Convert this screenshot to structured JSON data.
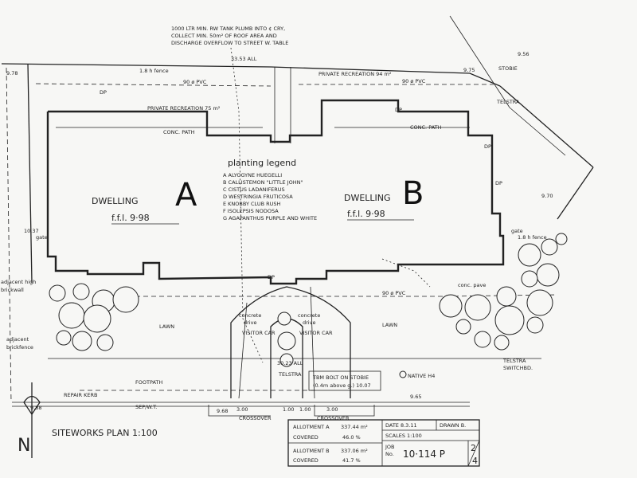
{
  "notes": {
    "tank_1": "1000 LTR MIN. RW TANK PLUMB INTO ¢ CRY,",
    "tank_2": "COLLECT MIN. 50m² OF ROOF AREA AND",
    "tank_3": "DISCHARGE OVERFLOW TO STREET W. TABLE",
    "fence": "1.8 h fence",
    "top_dim": "33.53 ALL",
    "recreation_b": "PRIVATE RECREATION 94 m²",
    "recreation_a": "PRIVATE RECREATION 75 m²",
    "pvc": "90 ø PVC",
    "dp": "DP",
    "conc_path": "CONC. PATH",
    "conc_pave": "conc. pave",
    "gate": "gate",
    "fence_side": "1.8 h fence",
    "adjacent_high": "adjacent high",
    "brickwall": "brickwall",
    "adjacent": "adjacent",
    "brickfence": "brickfence",
    "lawn": "LAWN",
    "concrete": "concrete",
    "drive": "drive",
    "visitor_car": "VISITOR CAR",
    "footpath": "FOOTPATH",
    "repair_kerb": "REPAIR KERB",
    "sep": "SEP/W.T.",
    "dim_bottom": "30.23 ALL",
    "telstra": "TELSTRA",
    "tbm_1": "TBM BOLT ON STOBIE",
    "tbm_2": "(0.4m above g.) 10.07",
    "native": "NATIVE H4",
    "telstra_sw_1": "TELSTRA",
    "telstra_sw_2": "SWITCHBD.",
    "stobie": "STOBIE",
    "telstra_top": "TELSTRA",
    "d300": "3.00",
    "d100": "1.00",
    "crossover": "CROSSOVER",
    "side_dims": [
      "9.78",
      "9.75",
      "9.56",
      "9.70",
      "9.88",
      "9.68",
      "9.65",
      "10.37"
    ]
  },
  "dwellings": [
    {
      "name": "DWELLING",
      "letter": "A",
      "ffl": "f.f.l.  9·98"
    },
    {
      "name": "DWELLING",
      "letter": "B",
      "ffl": "f.f.l.  9·98"
    }
  ],
  "legend": {
    "title": "planting legend",
    "items": [
      "A   ALYOGYNE HUEGELLI",
      "B   CALLISTEMON \"LITTLE JOHN\"",
      "C   CISTUS LADANIFERUS",
      "D   WESTRINGIA FRUTICOSA",
      "E   KNOBBY CLUB RUSH",
      "F   ISOLEPSIS NODOSA",
      "G   AGAPANTHUS PURPLE AND WHITE"
    ]
  },
  "plan_title": "SITEWORKS PLAN  1:100",
  "north": "N",
  "title_block": {
    "allot_a_label": "ALLOTMENT A",
    "allot_a_area": "337.44 m²",
    "covered_label": "COVERED",
    "allot_a_covered": "46.0 %",
    "allot_b_label": "ALLOTMENT B",
    "allot_b_area": "337.06 m²",
    "allot_b_covered": "41.7 %",
    "date": "DATE 8.3.11",
    "drawn": "DRAWN B.",
    "scales": "SCALES 1:100",
    "job_label_1": "JOB",
    "job_label_2": "No.",
    "job_no": "10·114  P",
    "sheet": "2",
    "sheets": "4"
  }
}
